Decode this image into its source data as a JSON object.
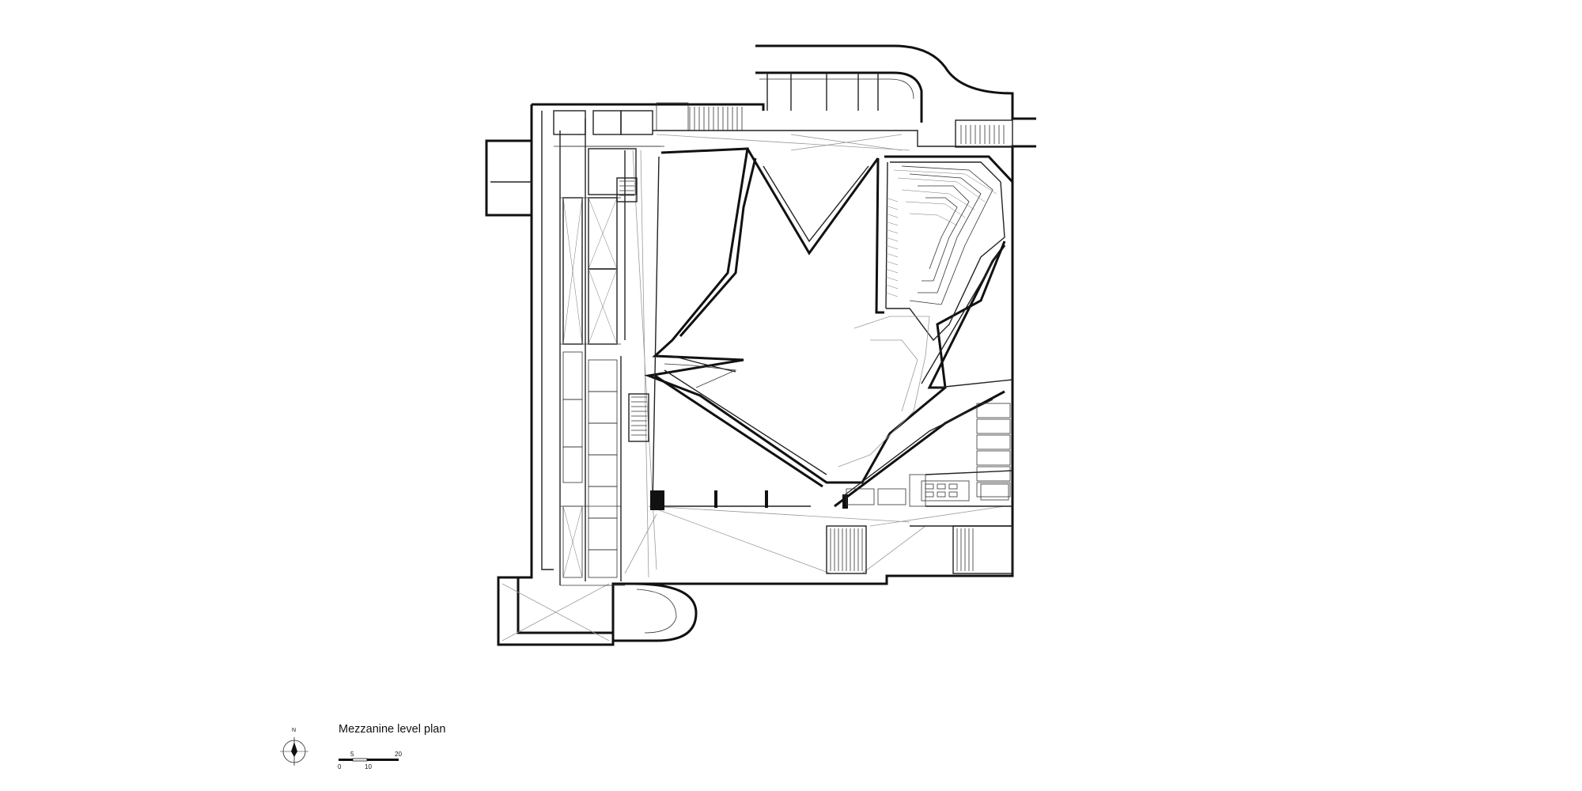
{
  "drawing": {
    "title": "Mezzanine level plan",
    "north_label": "N",
    "scale_bar": {
      "top_labels": [
        "5",
        "20"
      ],
      "bottom_labels": [
        "0",
        "10"
      ]
    }
  },
  "colors": {
    "line": "#111111",
    "light_line": "#9a9a9a",
    "background": "#ffffff"
  }
}
